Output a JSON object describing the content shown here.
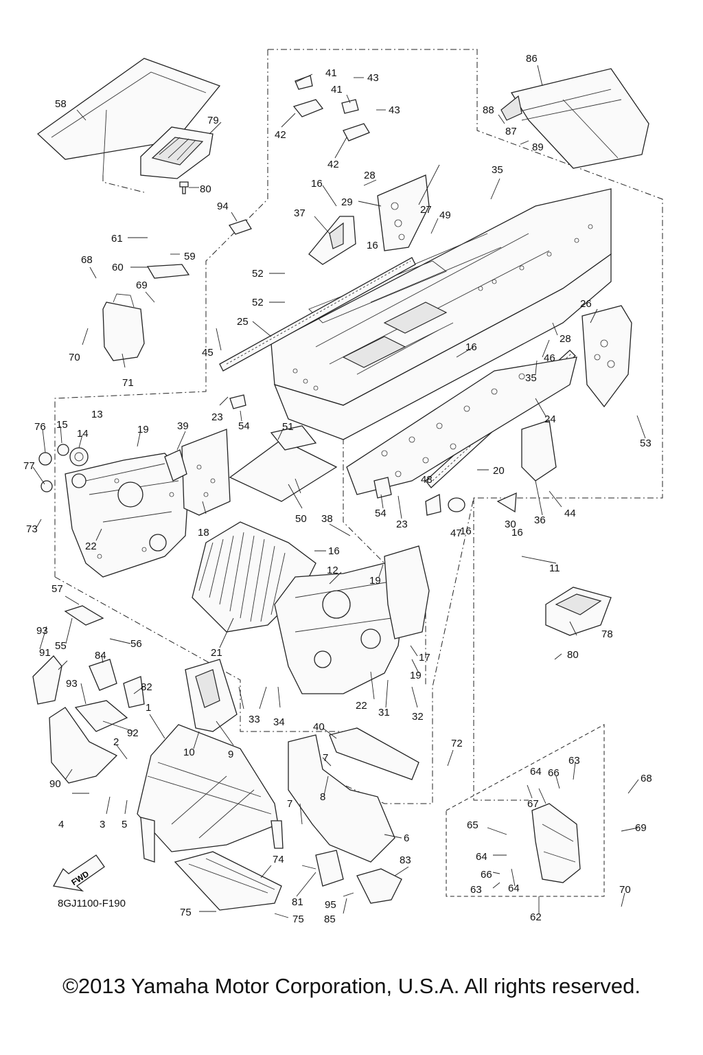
{
  "diagram_code": "8GJ1100-F190",
  "copyright": "©2013 Yamaha Motor Corporation, U.S.A. All rights reserved.",
  "fwd_label": "FWD",
  "callouts": [
    "1",
    "2",
    "3",
    "4",
    "5",
    "6",
    "7",
    "7",
    "8",
    "9",
    "10",
    "11",
    "12",
    "13",
    "14",
    "15",
    "16",
    "16",
    "16",
    "16",
    "16",
    "16",
    "17",
    "18",
    "19",
    "19",
    "19",
    "20",
    "21",
    "22",
    "22",
    "23",
    "23",
    "24",
    "25",
    "26",
    "27",
    "28",
    "28",
    "29",
    "30",
    "31",
    "32",
    "33",
    "34",
    "35",
    "35",
    "36",
    "37",
    "38",
    "39",
    "40",
    "41",
    "41",
    "42",
    "42",
    "43",
    "43",
    "44",
    "45",
    "46",
    "47",
    "48",
    "49",
    "50",
    "51",
    "52",
    "52",
    "53",
    "54",
    "54",
    "55",
    "56",
    "57",
    "58",
    "59",
    "60",
    "61",
    "62",
    "63",
    "63",
    "64",
    "64",
    "64",
    "65",
    "66",
    "66",
    "67",
    "68",
    "68",
    "69",
    "69",
    "70",
    "70",
    "71",
    "72",
    "73",
    "74",
    "75",
    "75",
    "76",
    "77",
    "78",
    "79",
    "80",
    "80",
    "81",
    "82",
    "83",
    "84",
    "85",
    "86",
    "87",
    "88",
    "89",
    "90",
    "91",
    "92",
    "93",
    "93",
    "94",
    "95"
  ]
}
